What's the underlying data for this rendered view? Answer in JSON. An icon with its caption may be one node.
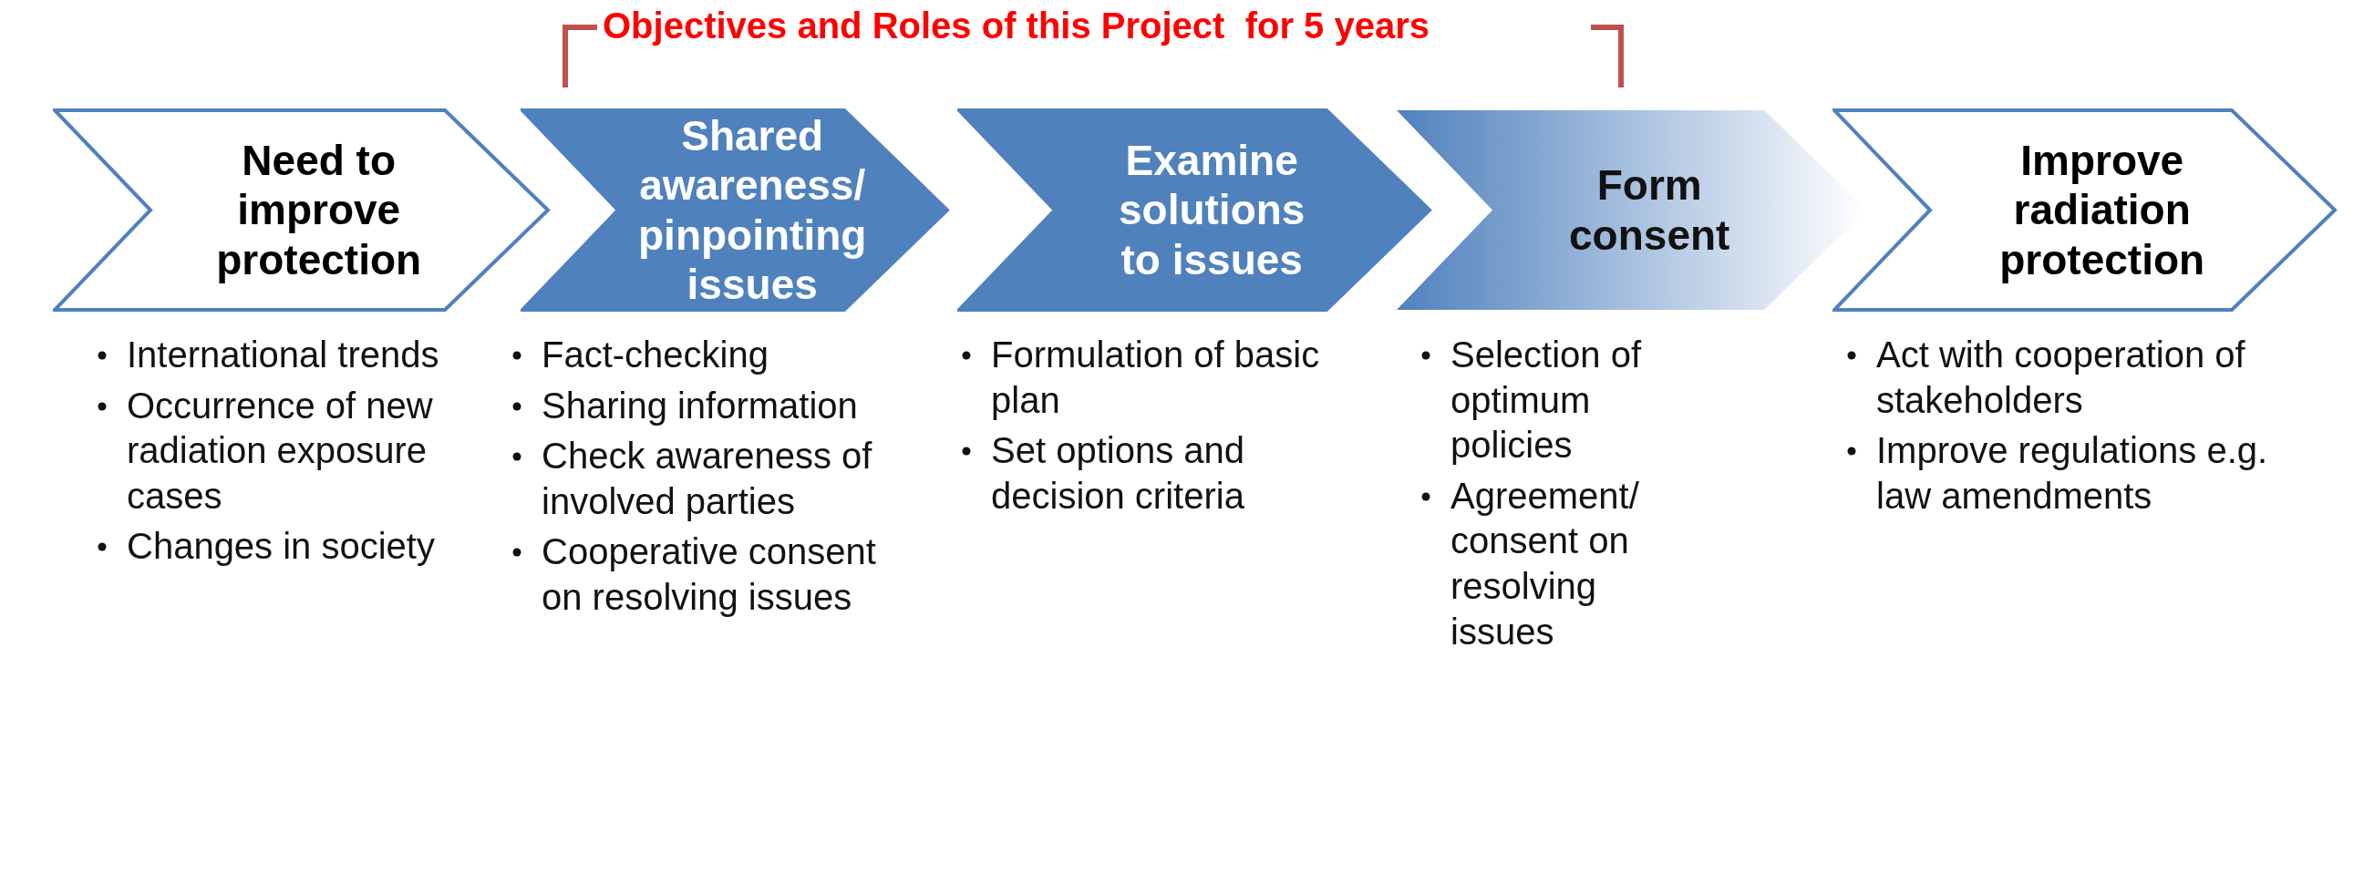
{
  "diagram": {
    "title": "Objectives and Roles of this Project  for 5 years",
    "nodes": [
      {
        "text": [
          "Need to improve protection"
        ],
        "beside": [
          "International trends",
          "Occurrence of new radiation exposure cases",
          "Changes in society"
        ]
      },
      {
        "text": [
          "Shared awareness/ pinpointing issues"
        ],
        "beside": [
          "Fact-checking",
          "Sharing information",
          "Check awareness of involved parties",
          "Cooperative consent on resolving issues"
        ]
      },
      {
        "text": [
          "Examine solutions to issues"
        ],
        "beside": [
          "Formulation of basic plan",
          "Set options and decision criteria"
        ]
      },
      {
        "text": [
          "Form consent"
        ],
        "beside": [
          "Selection of optimum policies",
          "Agreement/ consent on resolving issues"
        ]
      },
      {
        "text": [
          "Improve radiation protection"
        ],
        "beside": [
          "Act with cooperation of stakeholders",
          "Improve regulations e.g. law amendments"
        ]
      }
    ]
  }
}
